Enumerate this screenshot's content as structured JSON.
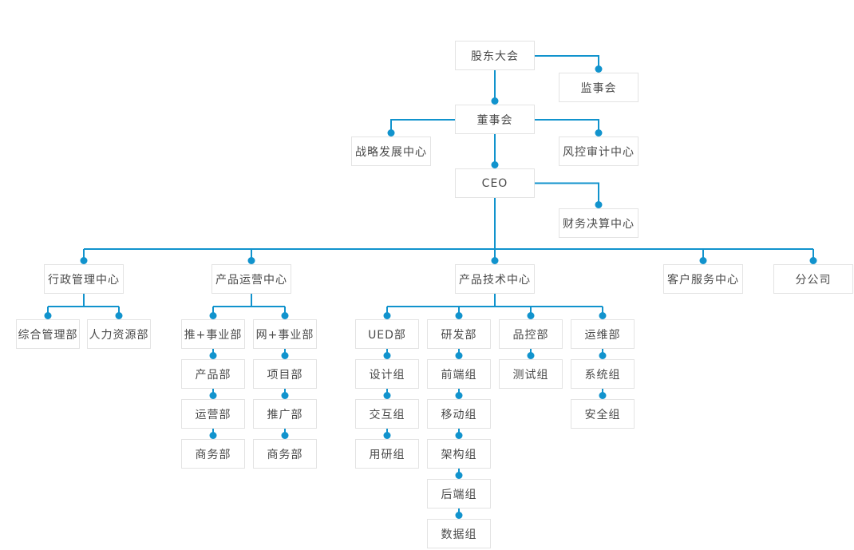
{
  "diagram": {
    "type": "org-chart",
    "colors": {
      "line_color": "#1193cd",
      "box_border_color": "#e3e3e3",
      "text_color": "#4a4a4a",
      "background_color": "#ffffff"
    },
    "nodes": [
      {
        "id": "shareholders-meeting",
        "label": "股东大会",
        "parent": null
      },
      {
        "id": "supervisory-board",
        "label": "监事会",
        "parent": "shareholders-meeting"
      },
      {
        "id": "board-of-directors",
        "label": "董事会",
        "parent": "shareholders-meeting"
      },
      {
        "id": "strategy-development-center",
        "label": "战略发展中心",
        "parent": "board-of-directors"
      },
      {
        "id": "risk-audit-center",
        "label": "风控审计中心",
        "parent": "board-of-directors"
      },
      {
        "id": "ceo",
        "label": "CEO",
        "parent": "board-of-directors"
      },
      {
        "id": "finance-settlement-center",
        "label": "财务决算中心",
        "parent": "ceo"
      },
      {
        "id": "admin-management-center",
        "label": "行政管理中心",
        "parent": "ceo"
      },
      {
        "id": "product-operations-center",
        "label": "产品运营中心",
        "parent": "ceo"
      },
      {
        "id": "product-technology-center",
        "label": "产品技术中心",
        "parent": "ceo"
      },
      {
        "id": "customer-service-center",
        "label": "客户服务中心",
        "parent": "ceo"
      },
      {
        "id": "branch-company",
        "label": "分公司",
        "parent": "ceo"
      },
      {
        "id": "general-management-dept",
        "label": "综合管理部",
        "parent": "admin-management-center"
      },
      {
        "id": "hr-dept",
        "label": "人力资源部",
        "parent": "admin-management-center"
      },
      {
        "id": "tui-plus-business-dept",
        "label": "推+事业部",
        "parent": "product-operations-center"
      },
      {
        "id": "wang-plus-business-dept",
        "label": "网+事业部",
        "parent": "product-operations-center"
      },
      {
        "id": "product-dept",
        "label": "产品部",
        "parent": "tui-plus-business-dept"
      },
      {
        "id": "operations-dept",
        "label": "运营部",
        "parent": "product-dept"
      },
      {
        "id": "business-dept-1",
        "label": "商务部",
        "parent": "operations-dept"
      },
      {
        "id": "project-dept",
        "label": "项目部",
        "parent": "wang-plus-business-dept"
      },
      {
        "id": "promotion-dept",
        "label": "推广部",
        "parent": "project-dept"
      },
      {
        "id": "business-dept-2",
        "label": "商务部",
        "parent": "promotion-dept"
      },
      {
        "id": "ued-dept",
        "label": "UED部",
        "parent": "product-technology-center"
      },
      {
        "id": "rd-dept",
        "label": "研发部",
        "parent": "product-technology-center"
      },
      {
        "id": "quality-control-dept",
        "label": "品控部",
        "parent": "product-technology-center"
      },
      {
        "id": "ops-maintenance-dept",
        "label": "运维部",
        "parent": "product-technology-center"
      },
      {
        "id": "design-group",
        "label": "设计组",
        "parent": "ued-dept"
      },
      {
        "id": "interaction-group",
        "label": "交互组",
        "parent": "design-group"
      },
      {
        "id": "user-research-group",
        "label": "用研组",
        "parent": "interaction-group"
      },
      {
        "id": "frontend-group",
        "label": "前端组",
        "parent": "rd-dept"
      },
      {
        "id": "mobile-group",
        "label": "移动组",
        "parent": "frontend-group"
      },
      {
        "id": "architecture-group",
        "label": "架构组",
        "parent": "mobile-group"
      },
      {
        "id": "backend-group",
        "label": "后端组",
        "parent": "architecture-group"
      },
      {
        "id": "data-group",
        "label": "数据组",
        "parent": "backend-group"
      },
      {
        "id": "testing-group",
        "label": "测试组",
        "parent": "quality-control-dept"
      },
      {
        "id": "system-group",
        "label": "系统组",
        "parent": "ops-maintenance-dept"
      },
      {
        "id": "security-group",
        "label": "安全组",
        "parent": "system-group"
      }
    ]
  }
}
